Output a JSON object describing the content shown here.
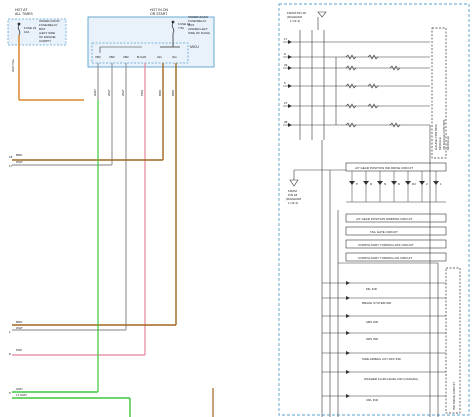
{
  "fuse_box_left": {
    "hot_label": [
      "HOT AT",
      "ALL TIMES"
    ],
    "fuse_label": [
      "FUSE 23",
      "10A"
    ],
    "box_label": [
      "UNDER-HOOD",
      "FUSE/RELAY",
      "BOX",
      "(LEFT SIDE",
      "OF ENGINE",
      "COMPT)"
    ]
  },
  "fuse_box_right": {
    "hot_label": [
      "HOT IN ON",
      "OR START"
    ],
    "fuse_label": [
      "FUSE 16",
      "7.5A"
    ],
    "box_label": [
      "UNDER-DASH",
      "FUSE/RELAY",
      "BOX",
      "(UNDER LEFT",
      "SIDE OF DASH)"
    ],
    "micu_label": "MICU"
  },
  "micu_pins": {
    "names": [
      "VB2",
      "VB2",
      "VB2",
      "B-CAN",
      "IG1",
      "IG1"
    ],
    "wire_colors": [
      "GRN",
      "WHT",
      "WHT",
      "PNK",
      "BRN",
      "BRN"
    ]
  },
  "left_connector": {
    "pin_numbers": [
      "18",
      "17",
      "1",
      "8",
      "5"
    ],
    "wire_labels": [
      "BRN",
      "WHT",
      "BRN",
      "WHT",
      "PNK",
      "GRN",
      "LT GRN"
    ]
  },
  "gauge_control": {
    "from_label": [
      "FROM PIN 18",
      "(DIAGRAM",
      "1 OF 2)"
    ],
    "from_label_2": [
      "FROM",
      "PIN 18",
      "(DIAGRAM",
      "1 OF 2)"
    ],
    "pin_numbers": [
      "17",
      "8",
      "29",
      "5",
      "27",
      "28"
    ],
    "controller_label": [
      "GAUGE CONTROL",
      "MODULE",
      "(IN GAUGE CONTROL",
      "MODULE)"
    ],
    "drive_circuit_label": "IND DRIVE CIRCUIT"
  },
  "circuit_blocks": [
    "A/T GEAR POSITION IND DRIVE CIRCUIT",
    "A/T GEAR POSITION DIMMING CIRCUIT",
    "TAIL GATE CIRCUIT",
    "COMPULSORY TURNING-OFF CIRCUIT",
    "COMPULSORY TURNING-ON CIRCUIT"
  ],
  "gear_indicators": [
    "P",
    "R",
    "N",
    "D",
    "D3",
    "2",
    "1"
  ],
  "indicators": [
    "MIL IND",
    "BRAKE SYSTEM IND",
    "ABS IND",
    "SRS IND",
    "SIDE AIRBAG CUT-OFF IND",
    "WASHER FLUID LEVEL IND (CANADA)",
    "CRL IND"
  ],
  "colors": {
    "wire_orange": "#d9862a",
    "wire_brown": "#a0661c",
    "wire_gray": "#9a9a9a",
    "wire_pink": "#e7849a",
    "wire_green": "#3cc83c",
    "frame_blue": "#5aa0d0",
    "box_fill": "#e9f2fa",
    "line": "#333333"
  }
}
